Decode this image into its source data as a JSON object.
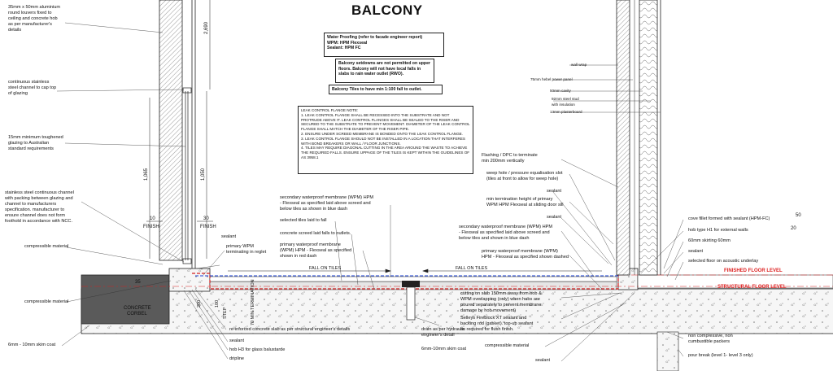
{
  "title": "BALCONY",
  "boxes": {
    "waterproofing": "Water Proofing (refer to facade engineer report)\nWPM: HPM Flexseal\nSealant: HPM FC",
    "setdowns": "Balcony setdowns are not permitted on upper floors. Balcony will not have local falls in slabs to rain water outlet (RWO).",
    "tiles_fall": "Balcony Tiles to have min 1:100 fall to outlet.",
    "leak_control": "LEAK CONTROL FLANGE NOTE:\n1. LEAK CONTROL FLANGE SHALL BE RECESSED INTO THE SUBSTRATE AND NOT PROTRUDE ABOVE IT. LEAK CONTROL FLANGES SHALL BE SEALED TO THE RISER AND SECURED TO THE SUBSTRATE TO PREVENT MOVEMENT. DIAMETER OF THE LEAK CONTROL FLANGE SHALL MATCH THE DIAMETER OF THE RISER PIPE.\n2. ENSURE UNDER SCREED MEMBRANE IS BONDED ONTO THE LEAK CONTROL FLANGE.\n3. LEAK CONTROL FLANGE SHOULD NOT BE INSTALLED IN A LOCATION THAT INTERFERES WITH BOND BREAKERS OR WALL / FLOOR JUNCTIONS.\n4. TILES MAY REQUIRE DIAGONAL CUTTING IN THE AREA AROUND THE WASTE TO ACHIEVE THE REQUIRED FALLS. ENSURE UPPAGE OF THE TILES IS KEPT WITHIN THE GUIDELINES OF AS 3958.1"
  },
  "left_notes": [
    "35mm x 50mm aluminium\nround louvers fixed to\nceiling and concrete hob\nas per manufacturer's\ndetails",
    "continuous stainless\nsteel channel to cap top\nof glazing",
    "15mm minimum toughened\nglazing to Australian\nstandard requirements",
    "stainless steel continuous channel\nwith packing between glazing and\nchannel to manufacturers\nspecification. manufacturer to\nensure channel does not form\nfoothold in accordance with NCC.",
    "compressible material",
    "compressible material",
    "6mm - 10mm skim coat"
  ],
  "center_notes": [
    "sealant",
    "primary WPM\nterminating in reglet",
    "secondary waterproof membrane (WPM) HPM\n- Flexseal as specified laid above screed and\nbelow tiles as shown in blue dash",
    "selected tiles laid to fall",
    "concrete screed laid falls to outlets.",
    "primary waterproof membrane\n(WPM) HPM - Flexseal as specified\nshown in red dash",
    "re-inforced concrete slab as per structural engineer's details",
    "sealant",
    "hob H3 for glass balustarde",
    "dripline",
    "drain as per hydraulic\nengineer's detail",
    "6mm-10mm skim coat"
  ],
  "right_center_notes": [
    "Flashing / DPC to terminate\nmin 200mm vertically",
    "weep hole / pressure equalisation slot\n(tiles at front to allow for weep hole)",
    "sealant",
    "min termination height of primary\nWPM HPM Flexseal at sliding door sill",
    "sealant",
    "secondary waterproof membrane (WPM) HPM\n- Flexseal as specified laid above screed and\nbelow tiles and shown in blue dash",
    "primary waterproof membrane (WPM)\nHPM - Flexseal as specified shown dashed",
    "cutting on slab 150mm away from hob &\nWPM overlapping (only) when hobs are\npoured separately to prevent membrane\ndamage by hob movement)",
    "Selleys Fireblock XT sealant and\nbacking rod (gasket). top-up sealant\nas required for flush finish.",
    "compressible material",
    "sealant"
  ],
  "wall_notes": [
    "wall wrap",
    "75mm hebel power panel",
    "50mm cavity",
    "92mm steel stud\nwith insulation",
    "13mm plasterboard"
  ],
  "right_notes": [
    "cove fillet formed with sealant (HPM-FC)",
    "hob type H1 for external walls",
    "60mm skirting 60mm",
    "sealant",
    "selected floor on acoustic underlay",
    "non compressive, non\ncumbustible packers",
    "pour break (level 1- level 3 only)"
  ],
  "levels": {
    "finished": "FINISHED FLOOR LEVEL",
    "structural": "STRUCTURAL FLOOR LEVEL"
  },
  "dims": {
    "d2690": "2,690",
    "d1065": "1,065",
    "d1050": "1,050",
    "d10": "10",
    "d30": "30",
    "finish": "FINISH",
    "d35": "35",
    "corbel": "CONCRETE\nCORBEL",
    "d20": "20",
    "d50": "50",
    "fall1": "FALL ON TILES",
    "fall2": "FALL ON TILES",
    "d100": "100",
    "d200": "200",
    "min_term": "70 MIN\nTERMINATION",
    "step": "STEP"
  },
  "colors": {
    "red": "#d42020",
    "blue": "#1a3fd6",
    "line": "#222222",
    "concrete": "#bdbdbd",
    "corbel": "#4a4a4a"
  }
}
